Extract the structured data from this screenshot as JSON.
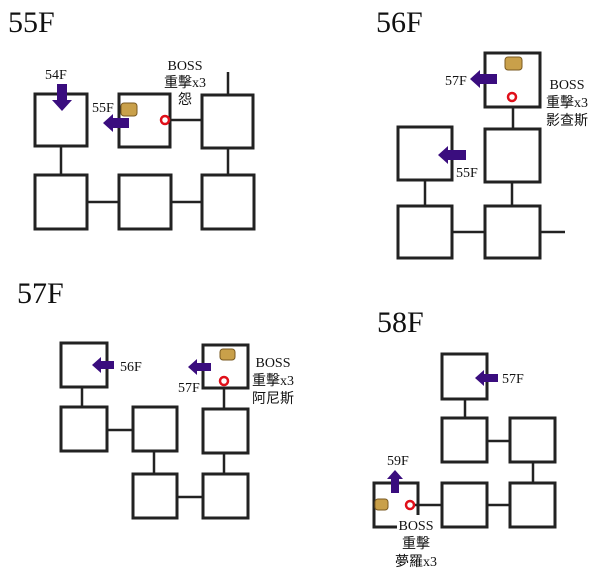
{
  "colors": {
    "arrow": "#3a0d7e",
    "boss_marker": "#e0101a",
    "chest": "#c9a04a"
  },
  "floors": [
    {
      "title": "55F",
      "down_label": "54F",
      "stairs_label": "55F",
      "boss": [
        "BOSS",
        "重擊x3",
        "怨"
      ]
    },
    {
      "title": "56F",
      "stairs_up_label": "57F",
      "stairs_down_label": "55F",
      "boss": [
        "BOSS",
        "重擊x3",
        "影查斯"
      ]
    },
    {
      "title": "57F",
      "stairs_down_label": "56F",
      "stairs_up_label": "57F",
      "boss": [
        "BOSS",
        "重擊x3",
        "阿尼斯"
      ]
    },
    {
      "title": "58F",
      "stairs_down_label": "57F",
      "stairs_up_label": "59F",
      "boss": [
        "BOSS",
        "重擊",
        "夢羅x3"
      ]
    }
  ]
}
